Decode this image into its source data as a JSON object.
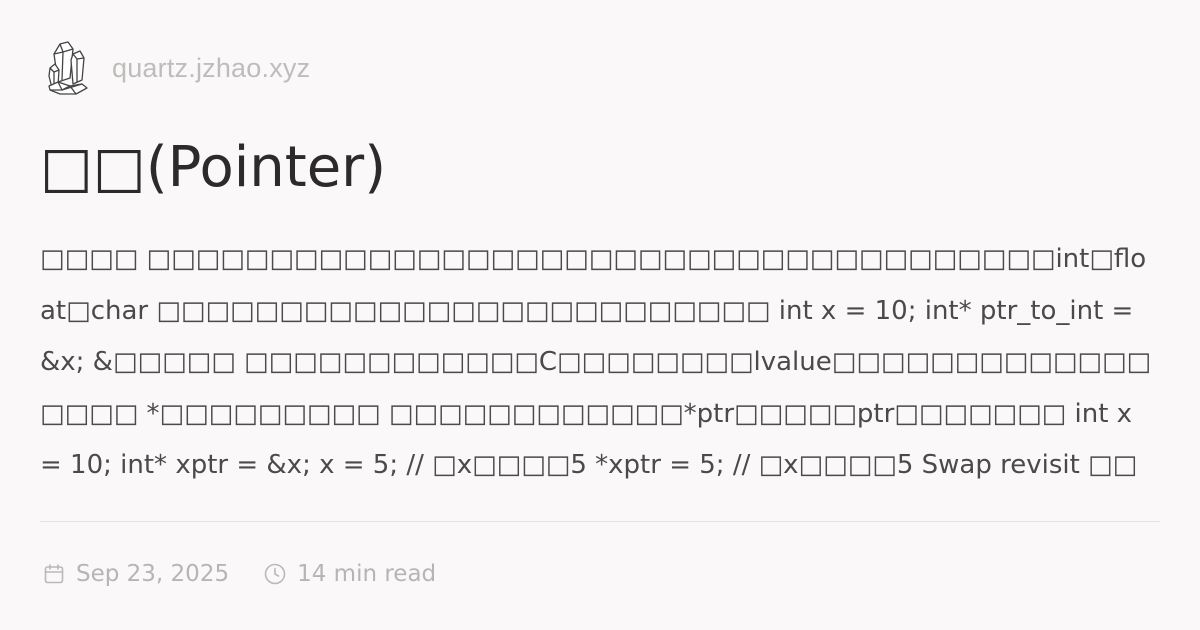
{
  "site": {
    "name": "quartz.jzhao.xyz",
    "logo_icon": "crystal-logo-icon"
  },
  "page": {
    "title": "□□(Pointer)",
    "excerpt": "□□□□ □□□□□□□□□□□□□□□□□□□□□□□□□□□□□□□□□□□□□int□float□char □□□□□□□□□□□□□□□□□□□□□□□□□ int x = 10; int* ptr_to_int = &x; &□□□□□ □□□□□□□□□□□□C□□□□□□□□lvalue□□□□□□□□□□□□□□□□□ *□□□□□□□□□ □□□□□□□□□□□□*ptr□□□□□ptr□□□□□□□ int x = 10; int* xptr = &x; x = 5; // □x□□□□5 *xptr = 5; // □x□□□□5 Swap revisit □□□□□□□□□□□□□..."
  },
  "meta": {
    "date": "Sep 23, 2025",
    "date_icon": "calendar-icon",
    "reading_time": "14 min read",
    "reading_time_icon": "clock-icon"
  },
  "colors": {
    "background": "#faf8f8",
    "title": "#2b2b2b",
    "body_text": "#4a4a4a",
    "muted": "#b9b4b4",
    "divider": "#e6e2e2"
  }
}
